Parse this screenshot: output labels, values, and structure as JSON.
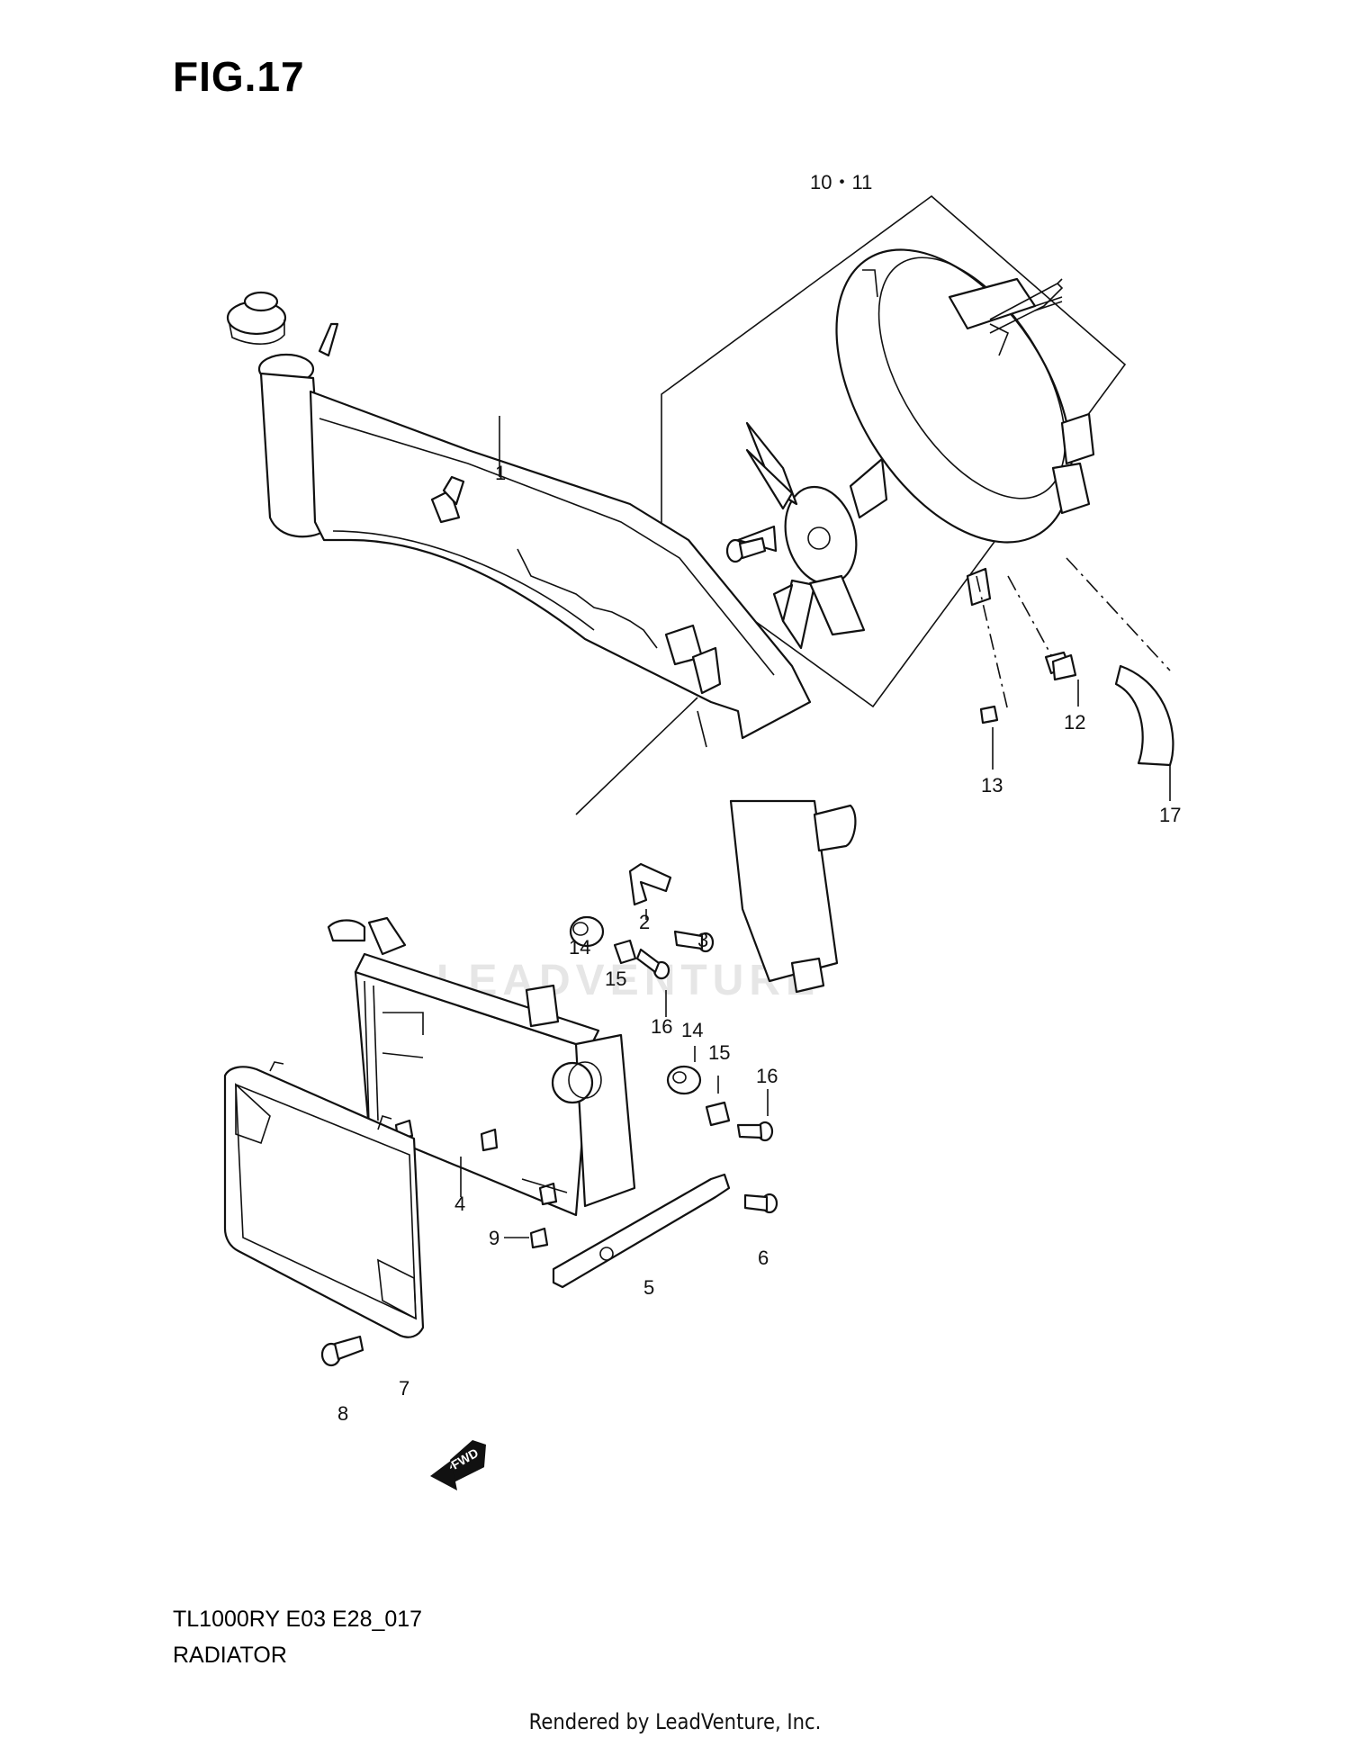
{
  "figure": {
    "title": "FIG.17",
    "model_code": "TL1000RY E03 E28_017",
    "section_name": "RADIATOR",
    "rendered_by": "Rendered by LeadVenture, Inc.",
    "watermark": "LEADVENTURE",
    "fwd_label": "FWD"
  },
  "callouts": [
    {
      "id": "c1",
      "text": "1"
    },
    {
      "id": "c2",
      "text": "2"
    },
    {
      "id": "c3",
      "text": "3"
    },
    {
      "id": "c4",
      "text": "4"
    },
    {
      "id": "c5",
      "text": "5"
    },
    {
      "id": "c6",
      "text": "6"
    },
    {
      "id": "c7",
      "text": "7"
    },
    {
      "id": "c8",
      "text": "8"
    },
    {
      "id": "c9",
      "text": "9"
    },
    {
      "id": "c10_11",
      "text": "10・11"
    },
    {
      "id": "c12",
      "text": "12"
    },
    {
      "id": "c13",
      "text": "13"
    },
    {
      "id": "c14a",
      "text": "14"
    },
    {
      "id": "c14b",
      "text": "14"
    },
    {
      "id": "c15a",
      "text": "15"
    },
    {
      "id": "c15b",
      "text": "15"
    },
    {
      "id": "c16a",
      "text": "16"
    },
    {
      "id": "c16b",
      "text": "16"
    },
    {
      "id": "c17",
      "text": "17"
    }
  ]
}
